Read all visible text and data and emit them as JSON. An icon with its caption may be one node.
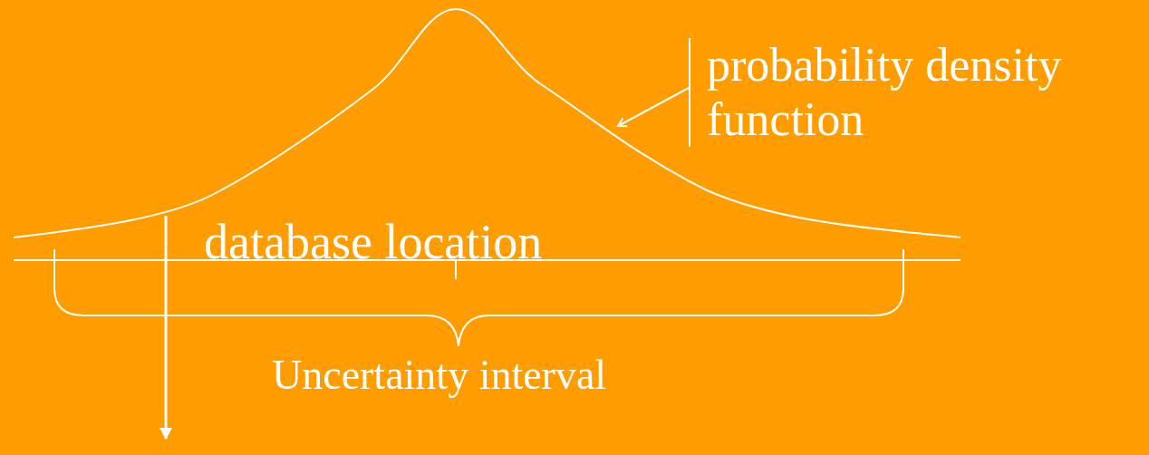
{
  "diagram": {
    "nodes": [
      {
        "text": [
          "probability density function"
        ]
      },
      {
        "text": [],
        "shape": "picture"
      }
    ],
    "edges": [
      {
        "from": 0,
        "to": 1,
        "arrow": "to"
      }
    ],
    "labels": [
      "database location",
      "Uncertainty interval"
    ]
  }
}
